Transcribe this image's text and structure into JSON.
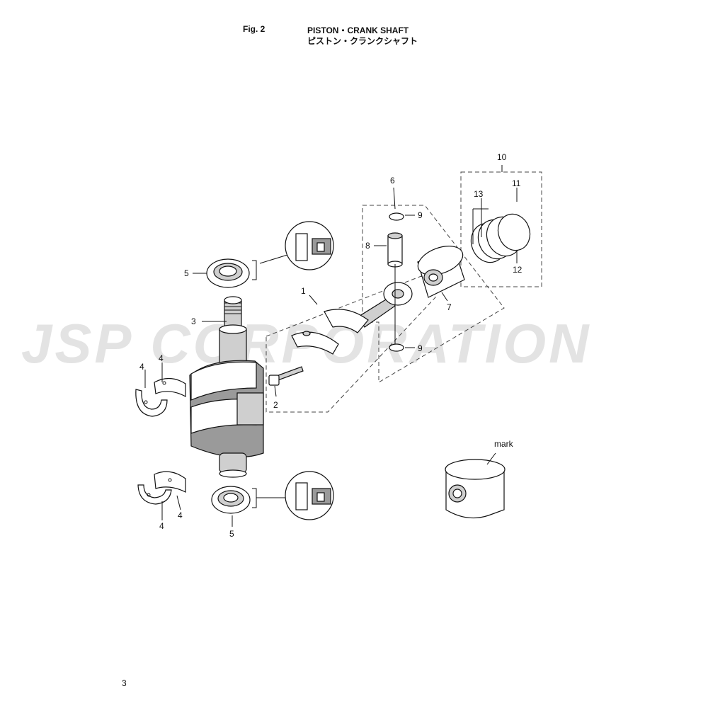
{
  "header": {
    "fig_label": "Fig. 2",
    "title_en": "PISTON・CRANK SHAFT",
    "title_jp": "ピストン・クランクシャフト"
  },
  "watermark": "JSP CORPORATION",
  "page_number": "3",
  "callouts": {
    "c1": "1",
    "c2": "2",
    "c3": "3",
    "c4a": "4",
    "c4b": "4",
    "c4c": "4",
    "c4d": "4",
    "c5a": "5",
    "c5b": "5",
    "c6": "6",
    "c7": "7",
    "c8": "8",
    "c9a": "9",
    "c9b": "9",
    "c10": "10",
    "c11": "11",
    "c12": "12",
    "c13": "13",
    "mark": "mark"
  }
}
